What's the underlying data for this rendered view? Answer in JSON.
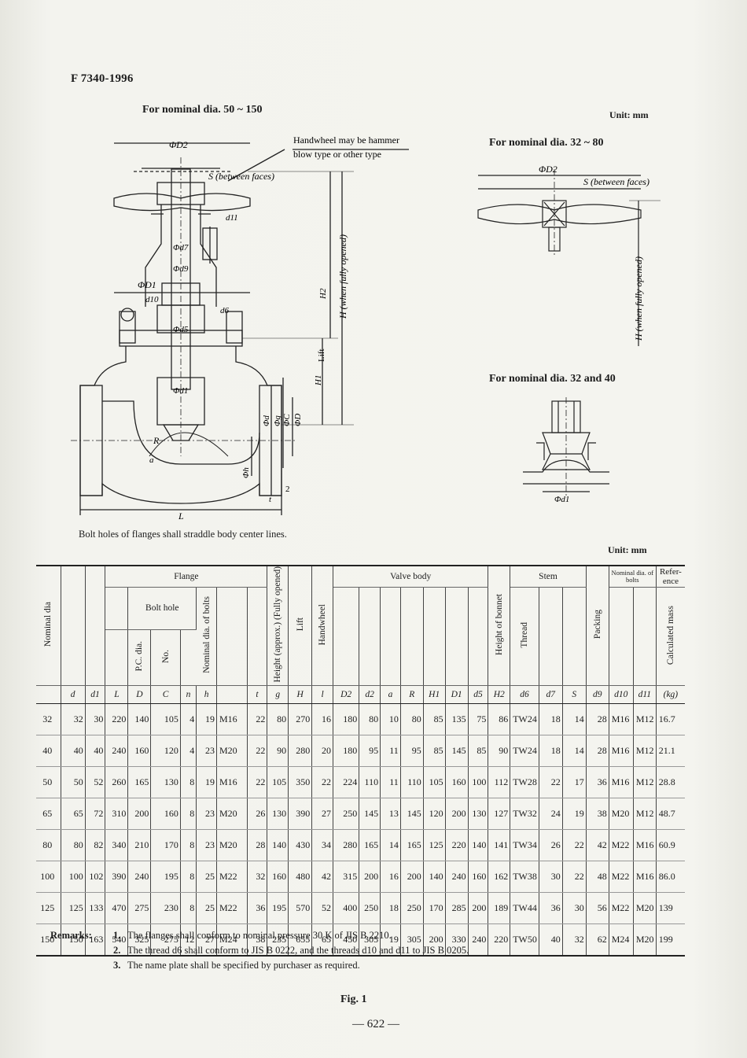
{
  "header": {
    "standard_code": "F 7340-1996"
  },
  "figure_main": {
    "caption": "For nominal dia. 50 ~ 150",
    "unit": "Unit:  mm",
    "labels": {
      "D2": "ΦD2",
      "handwheel_note_1": "Handwheel may be hammer",
      "handwheel_note_2": "blow type or other type",
      "S": "S (between faces)",
      "d11": "d11",
      "d7": "Φd7",
      "d9": "Φd9",
      "D1": "ΦD1",
      "d10": "d10",
      "d6": "d6",
      "d5": "Φd5",
      "d1": "Φd1",
      "H2": "H2",
      "H": "H (when fully opened)",
      "l": "Lift",
      "H1": "H1",
      "d": "Φd",
      "g": "Φg",
      "C": "ΦC",
      "Dflange": "ΦD",
      "R": "R",
      "a": "a",
      "h": "Φh",
      "t": "t",
      "two": "2",
      "L": "L"
    },
    "footnote": "Bolt holes of flanges shall straddle body center lines."
  },
  "figure_small": {
    "caption": "For nominal dia. 32 ~ 80",
    "labels": {
      "D2": "ΦD2",
      "S": "S (between faces)",
      "H": "H (when fully opened)"
    }
  },
  "figure_detail": {
    "caption": "For nominal dia. 32 and 40",
    "labels": {
      "d1": "Φd1"
    }
  },
  "table": {
    "unit": "Unit:  mm",
    "group_headers": {
      "flange": "Flange",
      "bolt_hole": "Bolt hole",
      "valve_body": "Valve body",
      "stem": "Stem",
      "nominal_bolts": "Nominal dia. of bolts",
      "reference": "Refer- ence"
    },
    "vertical_headers": {
      "nominal_dia": "Nominal dia",
      "pcd": "P.C. dia.",
      "no": "No.",
      "bolt_nominal": "Nominal dia. of bolts",
      "height": "Height (approx.) (Fully opened)",
      "lift": "Lift",
      "handwheel": "Handwheel",
      "bonnet": "Height of bonnet",
      "thread": "Thread",
      "packing": "Packing",
      "mass": "Calculated mass"
    },
    "symbols": [
      "d",
      "d1",
      "L",
      "D",
      "C",
      "n",
      "h",
      "",
      "t",
      "g",
      "H",
      "l",
      "D2",
      "d2",
      "a",
      "R",
      "H1",
      "D1",
      "d5",
      "H2",
      "d6",
      "d7",
      "S",
      "d9",
      "d10",
      "d11",
      "(kg)"
    ],
    "rows": [
      [
        "32",
        "32",
        "30",
        "220",
        "140",
        "105",
        "4",
        "19",
        "M16",
        "22",
        "80",
        "270",
        "16",
        "180",
        "80",
        "10",
        "80",
        "85",
        "135",
        "75",
        "86",
        "TW24",
        "18",
        "14",
        "28",
        "M16",
        "M12",
        "16.7"
      ],
      [
        "40",
        "40",
        "40",
        "240",
        "160",
        "120",
        "4",
        "23",
        "M20",
        "22",
        "90",
        "280",
        "20",
        "180",
        "95",
        "11",
        "95",
        "85",
        "145",
        "85",
        "90",
        "TW24",
        "18",
        "14",
        "28",
        "M16",
        "M12",
        "21.1"
      ],
      [
        "50",
        "50",
        "52",
        "260",
        "165",
        "130",
        "8",
        "19",
        "M16",
        "22",
        "105",
        "350",
        "22",
        "224",
        "110",
        "11",
        "110",
        "105",
        "160",
        "100",
        "112",
        "TW28",
        "22",
        "17",
        "36",
        "M16",
        "M12",
        "28.8"
      ],
      [
        "65",
        "65",
        "72",
        "310",
        "200",
        "160",
        "8",
        "23",
        "M20",
        "26",
        "130",
        "390",
        "27",
        "250",
        "145",
        "13",
        "145",
        "120",
        "200",
        "130",
        "127",
        "TW32",
        "24",
        "19",
        "38",
        "M20",
        "M12",
        "48.7"
      ],
      [
        "80",
        "80",
        "82",
        "340",
        "210",
        "170",
        "8",
        "23",
        "M20",
        "28",
        "140",
        "430",
        "34",
        "280",
        "165",
        "14",
        "165",
        "125",
        "220",
        "140",
        "141",
        "TW34",
        "26",
        "22",
        "42",
        "M22",
        "M16",
        "60.9"
      ],
      [
        "100",
        "100",
        "102",
        "390",
        "240",
        "195",
        "8",
        "25",
        "M22",
        "32",
        "160",
        "480",
        "42",
        "315",
        "200",
        "16",
        "200",
        "140",
        "240",
        "160",
        "162",
        "TW38",
        "30",
        "22",
        "48",
        "M22",
        "M16",
        "86.0"
      ],
      [
        "125",
        "125",
        "133",
        "470",
        "275",
        "230",
        "8",
        "25",
        "M22",
        "36",
        "195",
        "570",
        "52",
        "400",
        "250",
        "18",
        "250",
        "170",
        "285",
        "200",
        "189",
        "TW44",
        "36",
        "30",
        "56",
        "M22",
        "M20",
        "139"
      ],
      [
        "150",
        "150",
        "163",
        "540",
        "325",
        "275",
        "12",
        "27",
        "M24",
        "38",
        "235",
        "655",
        "65",
        "450",
        "305",
        "19",
        "305",
        "200",
        "330",
        "240",
        "220",
        "TW50",
        "40",
        "32",
        "62",
        "M24",
        "M20",
        "199"
      ]
    ]
  },
  "remarks": {
    "label": "Remarks:",
    "items": [
      {
        "num": "1.",
        "text": "The flanges shall conform to nominal pressure 30 K of JIS B 2210."
      },
      {
        "num": "2.",
        "text": "The thread d6 shall conform to JIS B 0222, and the threads d10 and d11 to JIS B 0205."
      },
      {
        "num": "3.",
        "text": "The name plate shall be specified by purchaser as required."
      }
    ]
  },
  "figure_caption": "Fig. 1",
  "page_number": "— 622 —"
}
